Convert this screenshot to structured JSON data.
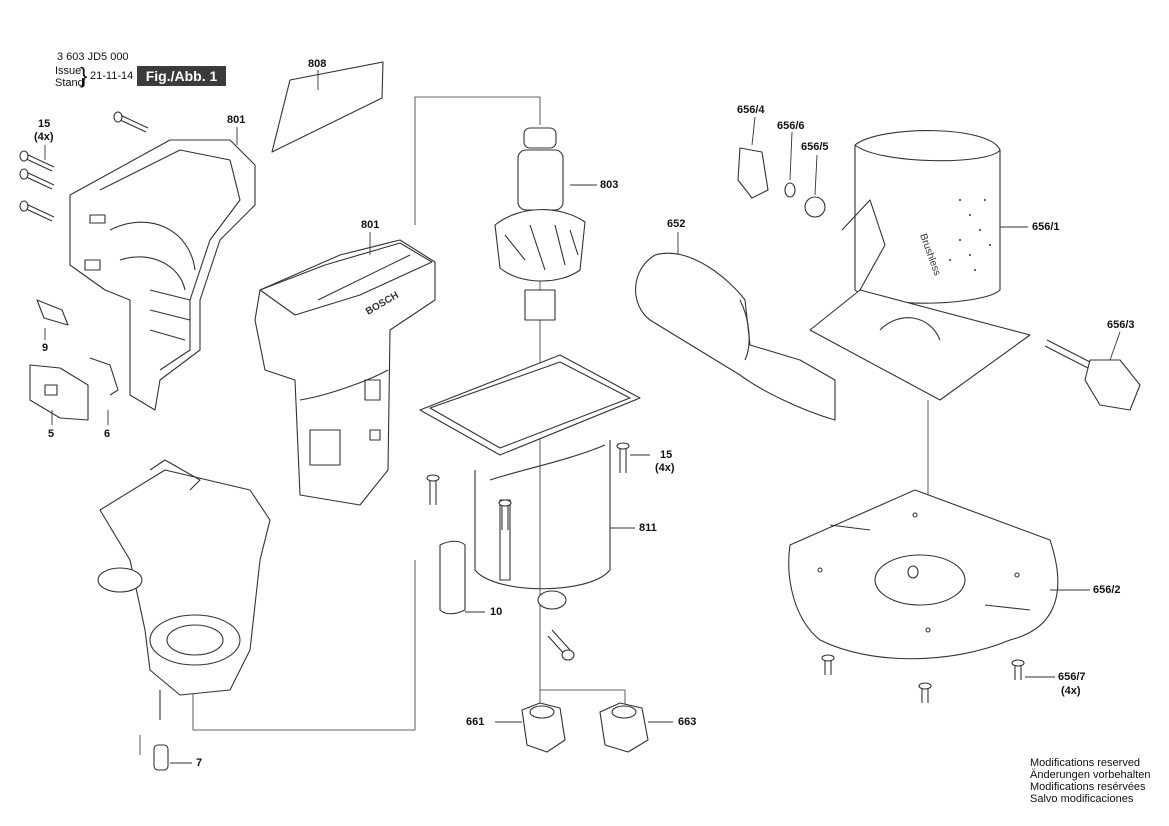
{
  "header": {
    "part_number": "3 603 JD5 000",
    "issue_label": "Issue",
    "stand_label": "Stand",
    "date": "21-11-14",
    "figure_label": "Fig./Abb. 1"
  },
  "callouts": {
    "p808": "808",
    "p801a": "801",
    "p801b": "801",
    "p15a": "15",
    "p15a_qty": "(4x)",
    "p9": "9",
    "p5": "5",
    "p6": "6",
    "p7": "7",
    "p803": "803",
    "p652": "652",
    "p6564": "656/4",
    "p6566": "656/6",
    "p6565": "656/5",
    "p6561": "656/1",
    "p6563": "656/3",
    "p15b": "15",
    "p15b_qty": "(4x)",
    "p811": "811",
    "p10": "10",
    "p6562": "656/2",
    "p6567": "656/7",
    "p6567_qty": "(4x)",
    "p661": "661",
    "p663": "663"
  },
  "notes": [
    "Modifications reserved",
    "Änderungen vorbehalten",
    "Modifications resérvées",
    "Salvo modificaciones"
  ],
  "colors": {
    "line": "#333333",
    "fill": "#ffffff",
    "dark": "#3b3b3b"
  },
  "icons": {
    "housing_text": "BOSCH",
    "brand_text": "Brushless"
  }
}
